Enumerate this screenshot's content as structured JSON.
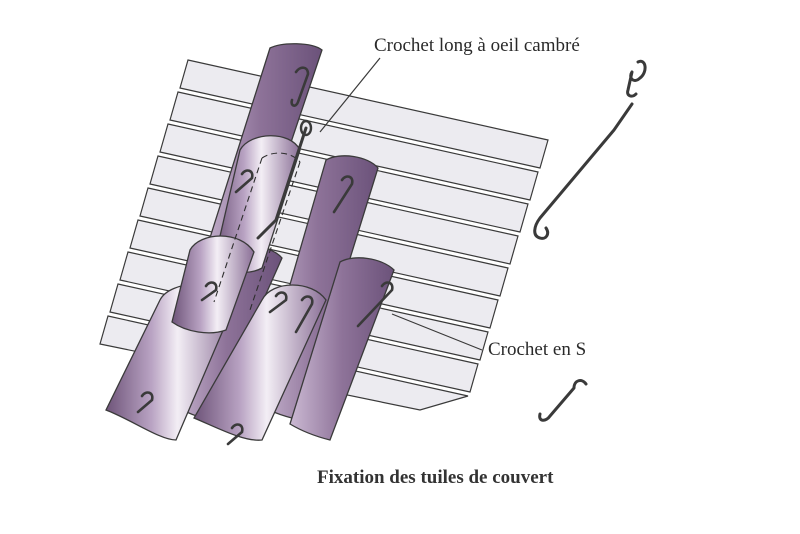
{
  "labels": {
    "long_hook": "Crochet long à oeil cambré",
    "s_hook": "Crochet en S"
  },
  "caption": "Fixation des tuiles de couvert",
  "colors": {
    "tile_fill": "#9a7fa6",
    "tile_light": "#e6dcea",
    "tile_dark": "#6e5479",
    "batten_fill": "#ecebf0",
    "outline": "#3a3a3a",
    "hook": "#d9d9d9"
  },
  "icons": {
    "long_hook": "long-hook-icon",
    "s_hook": "s-hook-icon"
  }
}
